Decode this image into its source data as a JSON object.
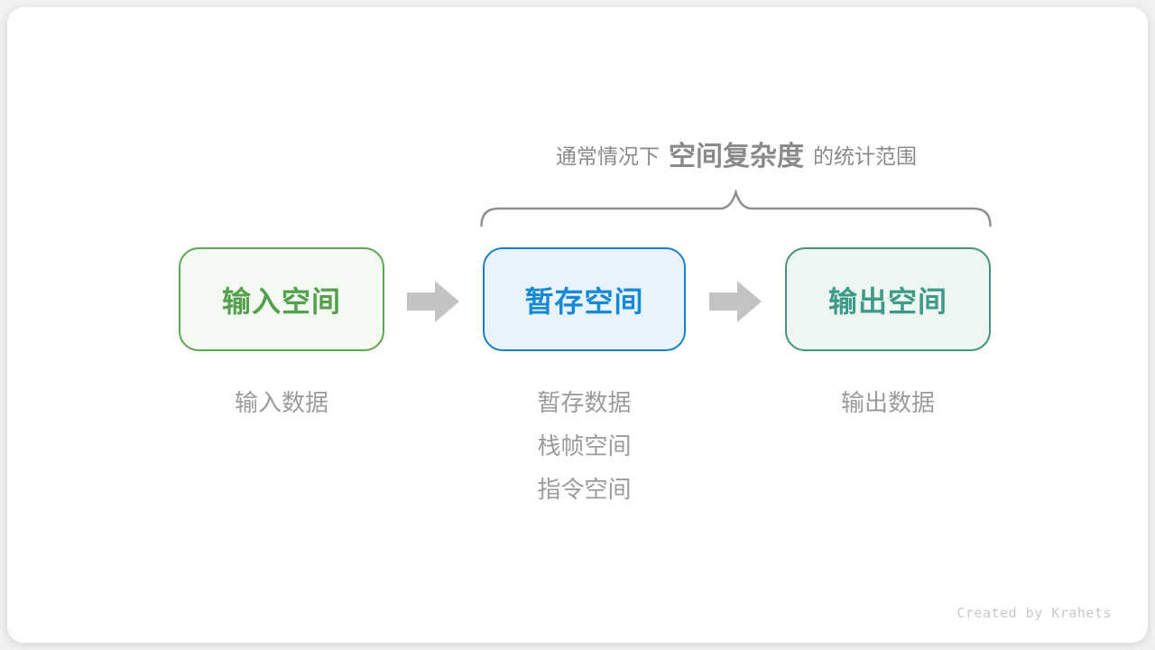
{
  "page": {
    "background": "#f1f1f1",
    "card_background": "#ffffff"
  },
  "header": {
    "title_prefix": "通常情况下",
    "title_highlight": "空间复杂度",
    "title_suffix": "的统计范围",
    "title_color": "#8a8a8a"
  },
  "diagram": {
    "brace_color": "#8f8f8f",
    "arrow_color": "#c3c3c3",
    "boxes": [
      {
        "label": "输入空间",
        "text_color": "#55a04c",
        "border_color": "#61a457",
        "fill_color": "#f4f9f1"
      },
      {
        "label": "暂存空间",
        "text_color": "#1889d4",
        "border_color": "#1b7ec6",
        "fill_color": "#e9f3fc"
      },
      {
        "label": "输出空间",
        "text_color": "#3e9a89",
        "border_color": "#46917f",
        "fill_color": "#eef6f2"
      }
    ],
    "notes": [
      {
        "lines": [
          "输入数据"
        ]
      },
      {
        "lines": [
          "暂存数据",
          "栈帧空间",
          "指令空间"
        ]
      },
      {
        "lines": [
          "输出数据"
        ]
      }
    ]
  },
  "footer": {
    "credit": "Created by Krahets"
  }
}
